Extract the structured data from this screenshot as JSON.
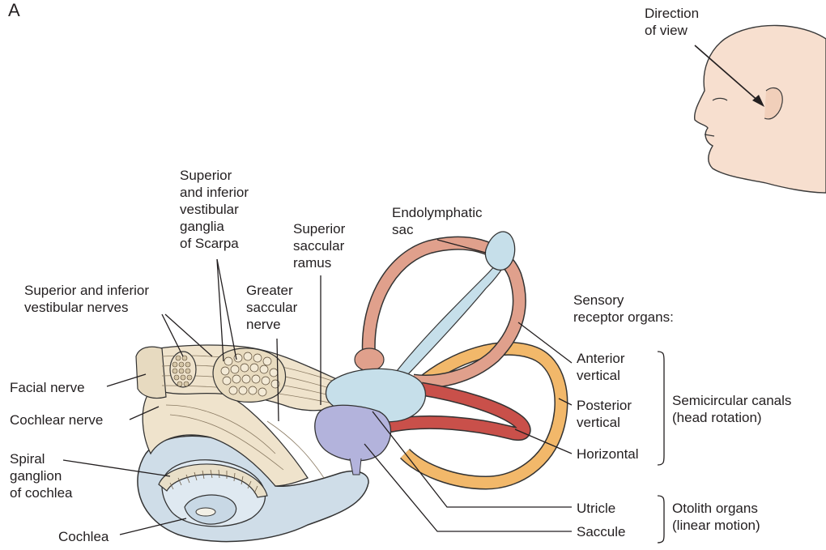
{
  "panel_letter": "A",
  "labels": {
    "direction": "Direction\nof view",
    "scarpa": "Superior\nand inferior\nvestibular\nganglia\nof Scarpa",
    "vestibular_nerves": "Superior and inferior\nvestibular nerves",
    "greater_saccular": "Greater\nsaccular\nnerve",
    "superior_saccular": "Superior\nsaccular\nramus",
    "endolymphatic": "Endolymphatic\nsac",
    "sensory_header": "Sensory\nreceptor organs:",
    "facial_nerve": "Facial nerve",
    "cochlear_nerve": "Cochlear nerve",
    "spiral_ganglion": "Spiral\nganglion\nof cochlea",
    "cochlea": "Cochlea",
    "anterior": "Anterior\nvertical",
    "posterior": "Posterior\nvertical",
    "horizontal": "Horizontal",
    "semicircular": "Semicircular canals\n(head rotation)",
    "utricle": "Utricle",
    "saccule": "Saccule",
    "otolith": "Otolith organs\n(linear motion)"
  },
  "colors": {
    "anterior_canal": "#e0a08c",
    "posterior_canal": "#f2b86a",
    "horizontal_canal": "#c9504a",
    "utricle": "#c6dfea",
    "saccule": "#b3b3dc",
    "cochlea": "#cfdde8",
    "nerve": "#efe3cc",
    "endolymphatic_sac": "#c6dfea",
    "skin": "#f7dfcf"
  }
}
